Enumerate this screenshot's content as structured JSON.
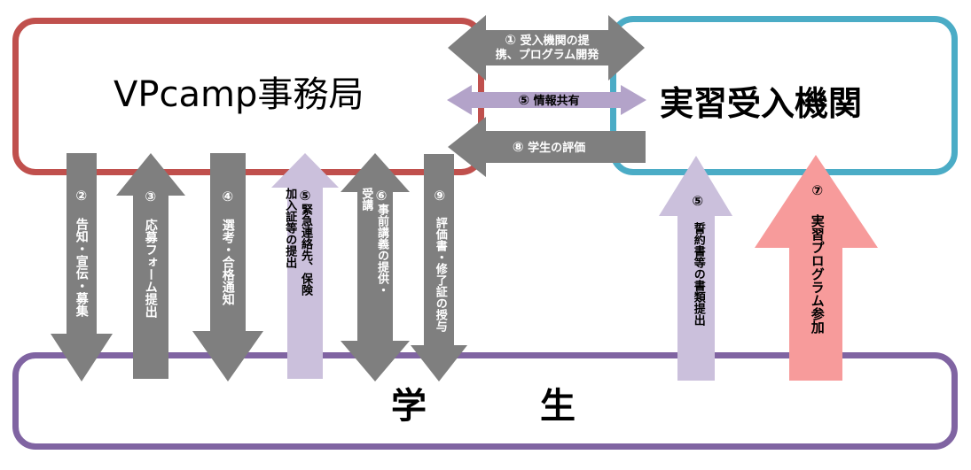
{
  "nodes": {
    "office": "VPcamp事務局",
    "partner": "実習受入機関",
    "student_1": "学",
    "student_2": "生"
  },
  "arrows": {
    "a1": {
      "num": "①",
      "line1": "受入機関の提",
      "line2": "携、プログラム開発"
    },
    "a5h": {
      "num": "⑤",
      "text": "情報共有"
    },
    "a8": {
      "num": "⑧",
      "text": "学生の評価"
    },
    "a2": {
      "num": "②",
      "col1": "告知・宣伝・募集"
    },
    "a3": {
      "num": "③",
      "col1": "応募フォーム提出"
    },
    "a4": {
      "num": "④",
      "col1": "選考・合格通知"
    },
    "a5a": {
      "num": "⑤",
      "col1": "緊急連絡先、保険",
      "col2": "加入証等の提出"
    },
    "a6": {
      "num": "⑥",
      "col1": "事前講義の提供・",
      "col2": "受講"
    },
    "a9": {
      "num": "⑨",
      "col1": "評価書・修了証の授与"
    },
    "a5b": {
      "num": "⑤",
      "col1": "誓約書等の書類提出"
    },
    "a7": {
      "num": "⑦",
      "col1": "実習プログラム参加"
    }
  },
  "colors": {
    "office_border": "#c0504d",
    "partner_border": "#4bacc6",
    "student_border": "#8064a2",
    "arrow_gray": "#7f7f7f",
    "arrow_lilac": "#c5b8d7",
    "arrow_pink": "#f79b9b"
  }
}
